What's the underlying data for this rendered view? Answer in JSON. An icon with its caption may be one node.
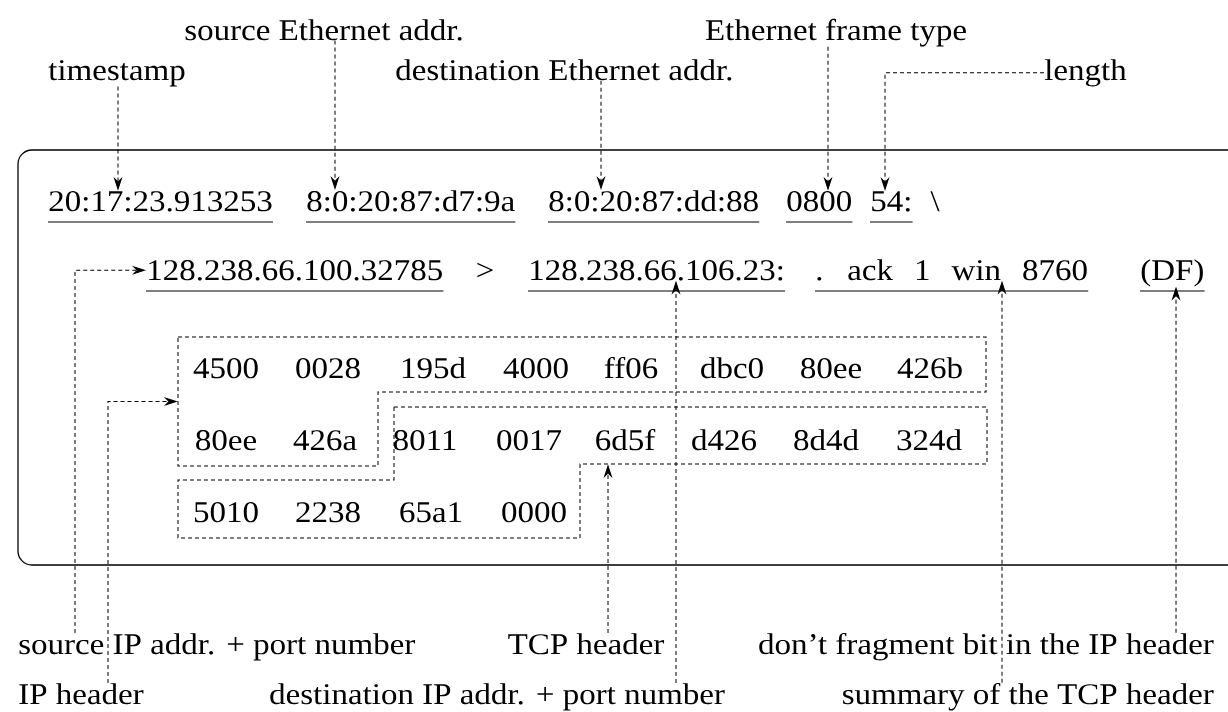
{
  "diagram": {
    "nodes": [
      {
        "text": [
          "source Ethernet addr."
        ]
      },
      {
        "text": [
          "timestamp"
        ]
      },
      {
        "text": [
          "destination Ethernet addr."
        ]
      },
      {
        "text": [
          "Ethernet frame type"
        ]
      },
      {
        "text": [
          "length"
        ]
      },
      {
        "text": [],
        "shape": "box"
      },
      {
        "text": [
          "20:17:23.913253"
        ],
        "in": 5
      },
      {
        "text": [
          "8:0:20:87:d7:9a"
        ],
        "in": 5
      },
      {
        "text": [
          "8:0:20:87:dd:88"
        ],
        "in": 5
      },
      {
        "text": [
          "0800"
        ],
        "in": 5
      },
      {
        "text": [
          "54:"
        ],
        "in": 5
      },
      {
        "text": [
          "128.238.66.100.32785"
        ],
        "in": 5
      },
      {
        "text": [
          "128.238.66.106.23:"
        ],
        "in": 5
      },
      {
        "text": [
          ". ack 1 win 8760"
        ],
        "in": 5
      },
      {
        "text": [
          "(DF)"
        ],
        "in": 5
      },
      {
        "text": [
          "4500",
          "0028",
          "195d",
          "4000",
          "ff06",
          "dbc0",
          "80ee",
          "426b",
          "80ee",
          "426a"
        ],
        "in": 5
      },
      {
        "text": [
          "8011",
          "0017",
          "6d5f",
          "d426",
          "8d4d",
          "324d",
          "5010",
          "2238",
          "65a1",
          "0000"
        ],
        "in": 5
      },
      {
        "text": [
          "source IP addr. + port number"
        ]
      },
      {
        "text": [
          "TCP header"
        ]
      },
      {
        "text": [
          "don’t fragment bit in the IP header"
        ]
      },
      {
        "text": [
          "IP header"
        ]
      },
      {
        "text": [
          "destination IP addr. + port number"
        ]
      },
      {
        "text": [
          "summary of the TCP header"
        ]
      }
    ],
    "edges": [
      {
        "from": 1,
        "to": 6,
        "arrow": "to"
      },
      {
        "from": 0,
        "to": 7,
        "arrow": "to"
      },
      {
        "from": 2,
        "to": 8,
        "arrow": "to"
      },
      {
        "from": 3,
        "to": 9,
        "arrow": "to"
      },
      {
        "from": 4,
        "to": 10,
        "arrow": "to"
      },
      {
        "from": 17,
        "to": 11,
        "arrow": "to"
      },
      {
        "from": 20,
        "to": 15,
        "arrow": "to"
      },
      {
        "from": 18,
        "to": 16,
        "arrow": "to"
      },
      {
        "from": 21,
        "to": 12,
        "arrow": "to"
      },
      {
        "from": 22,
        "to": 13,
        "arrow": "to"
      },
      {
        "from": 19,
        "to": 14,
        "arrow": "to"
      }
    ],
    "labels": [
      "\\",
      ">"
    ]
  }
}
